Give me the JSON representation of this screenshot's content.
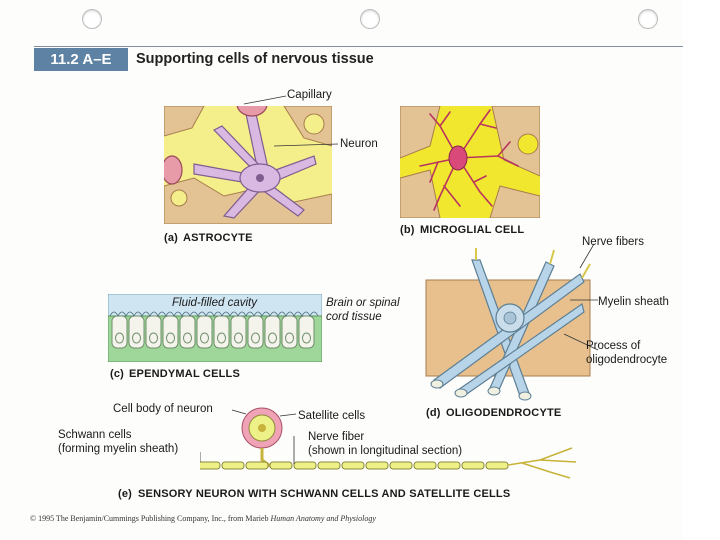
{
  "figure": {
    "number": "11.2 A–E",
    "title": "Supporting cells of nervous tissue"
  },
  "panels": {
    "a": {
      "caption_letter": "(a)",
      "caption": "ASTROCYTE",
      "labels": {
        "capillary": "Capillary",
        "neuron": "Neuron"
      }
    },
    "b": {
      "caption_letter": "(b)",
      "caption": "MICROGLIAL CELL"
    },
    "c": {
      "caption_letter": "(c)",
      "caption": "EPENDYMAL CELLS",
      "labels": {
        "fluid_cavity": "Fluid-filled cavity",
        "brain_line1": "Brain or spinal",
        "brain_line2": "cord tissue"
      }
    },
    "d": {
      "caption_letter": "(d)",
      "caption": "OLIGODENDROCYTE",
      "labels": {
        "nerve_fibers": "Nerve fibers",
        "myelin_sheath": "Myelin sheath",
        "process_line1": "Process of",
        "process_line2": "oligodendrocyte"
      }
    },
    "e": {
      "caption_letter": "(e)",
      "caption": "SENSORY NEURON WITH SCHWANN CELLS AND SATELLITE CELLS",
      "labels": {
        "cell_body": "Cell body of neuron",
        "satellite": "Satellite cells",
        "schwann_line1": "Schwann cells",
        "schwann_line2": "(forming myelin sheath)",
        "nerve_fiber_line1": "Nerve fiber",
        "nerve_fiber_line2": "(shown in longitudinal section)"
      }
    }
  },
  "copyright": {
    "text": "© 1995  The Benjamin/Cummings Publishing Company, Inc., from Marieb",
    "book": "Human Anatomy and Physiology"
  },
  "colors": {
    "title_box": "#5d82a3",
    "astrocyte_bg": "#f4ef8a",
    "astrocyte_cell": "#d9b8e2",
    "capillary": "#e79aa8",
    "microglia_bg": "#f2e72f",
    "microglia_cell": "#b8355e",
    "tissue_tan": "#e3c293",
    "ependymal_fluid": "#cfe6f2",
    "ependymal_tissue": "#9fd79a",
    "oligo_bg": "#e7c08e",
    "oligo_fiber": "#b8d4e8",
    "schwann": "#eef088",
    "satellite": "#f0a3b6"
  }
}
